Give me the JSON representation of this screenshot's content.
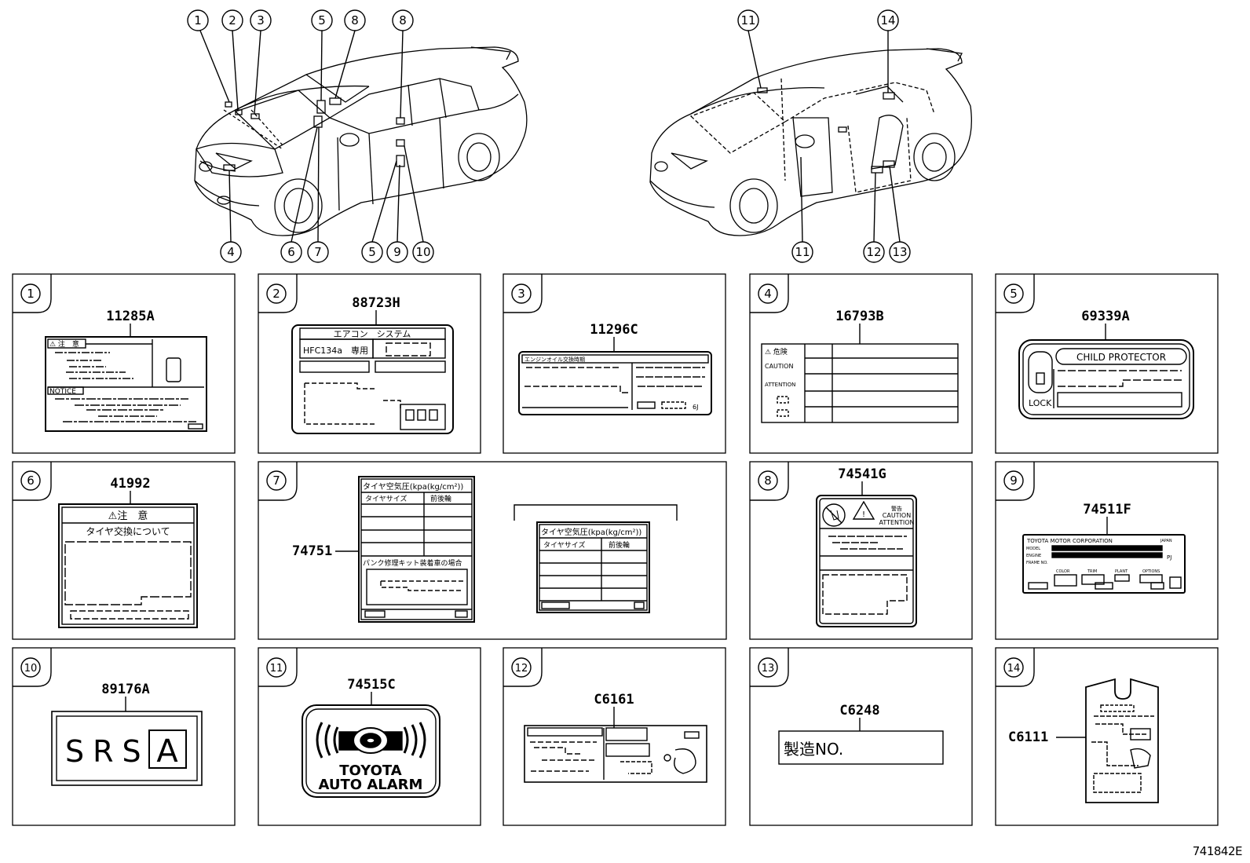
{
  "diagram_id": "741842E",
  "top_callouts": [
    "1",
    "2",
    "3",
    "4",
    "5",
    "6",
    "7",
    "8",
    "9",
    "10",
    "11",
    "12",
    "13",
    "14"
  ],
  "labels": [
    {
      "num": "1",
      "part": "11285A",
      "texts": {
        "warn": "⚠ 注　意",
        "notice": "NOTICE"
      }
    },
    {
      "num": "2",
      "part": "88723H",
      "texts": {
        "title": "エアコン　システム",
        "gas": "HFC134a　専用"
      }
    },
    {
      "num": "3",
      "part": "11296C",
      "texts": {
        "title": "エンジンオイル交換時期",
        "code": "6J"
      }
    },
    {
      "num": "4",
      "part": "16793B",
      "texts": {
        "danger": "⚠ 危険",
        "caution": "CAUTION",
        "attention": "ATTENTION"
      }
    },
    {
      "num": "5",
      "part": "69339A",
      "texts": {
        "title": "CHILD PROTECTOR",
        "lock": "LOCK"
      }
    },
    {
      "num": "6",
      "part": "41992",
      "texts": {
        "warn": "⚠注　意",
        "sub": "タイヤ交換について"
      }
    },
    {
      "num": "7",
      "part": "74751",
      "texts": {
        "title": "タイヤ空気圧(kpa(kg/cm²))",
        "size": "タイヤサイズ",
        "wheel": "前後輪",
        "kit": "パンク修理キット装着車の場合"
      }
    },
    {
      "num": "8",
      "part": "74541G",
      "texts": {
        "kanji": "警告",
        "caution": "CAUTION",
        "attention": "ATTENTION"
      }
    },
    {
      "num": "9",
      "part": "74511F",
      "texts": {
        "maker": "TOYOTA MOTOR CORPORATION",
        "country": "JAPAN",
        "model": "MODEL",
        "engine": "ENGINE",
        "frame": "FRAME NO.",
        "color": "COLOR",
        "trim": "TRIM",
        "plant": "PLANT",
        "option": "OPTIONS"
      }
    },
    {
      "num": "10",
      "part": "89176A",
      "texts": {
        "srs": "SRS",
        "a": "A"
      }
    },
    {
      "num": "11",
      "part": "74515C",
      "texts": {
        "line1": "TOYOTA",
        "line2": "AUTO ALARM"
      }
    },
    {
      "num": "12",
      "part": "C6161",
      "texts": {}
    },
    {
      "num": "13",
      "part": "C6248",
      "texts": {
        "mfg": "製造NO."
      }
    },
    {
      "num": "14",
      "part": "C6111",
      "texts": {}
    }
  ]
}
